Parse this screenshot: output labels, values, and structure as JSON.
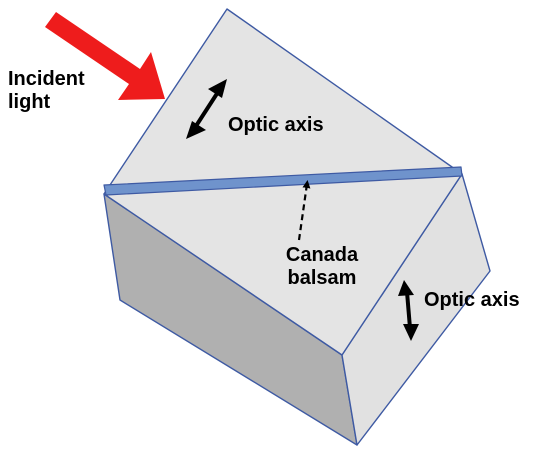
{
  "labels": {
    "incident_light": "Incident\nlight",
    "optic_axis_top": "Optic axis",
    "canada_balsam": "Canada\nbalsam",
    "optic_axis_right": "Optic axis"
  },
  "colors": {
    "top_face": "#e4e4e4",
    "left_face": "#b0b0b0",
    "right_face": "#e1e1e1",
    "edge": "#3e5aa3",
    "cement_layer": "#6f93cc",
    "arrow_red": "#ee1c1c",
    "axis_arrow": "#000000"
  },
  "icons": {
    "incident_arrow": "red-arrow-icon",
    "optic_axis": "double-headed-arrow-icon",
    "pointer": "dashed-pointer-arrow-icon"
  }
}
